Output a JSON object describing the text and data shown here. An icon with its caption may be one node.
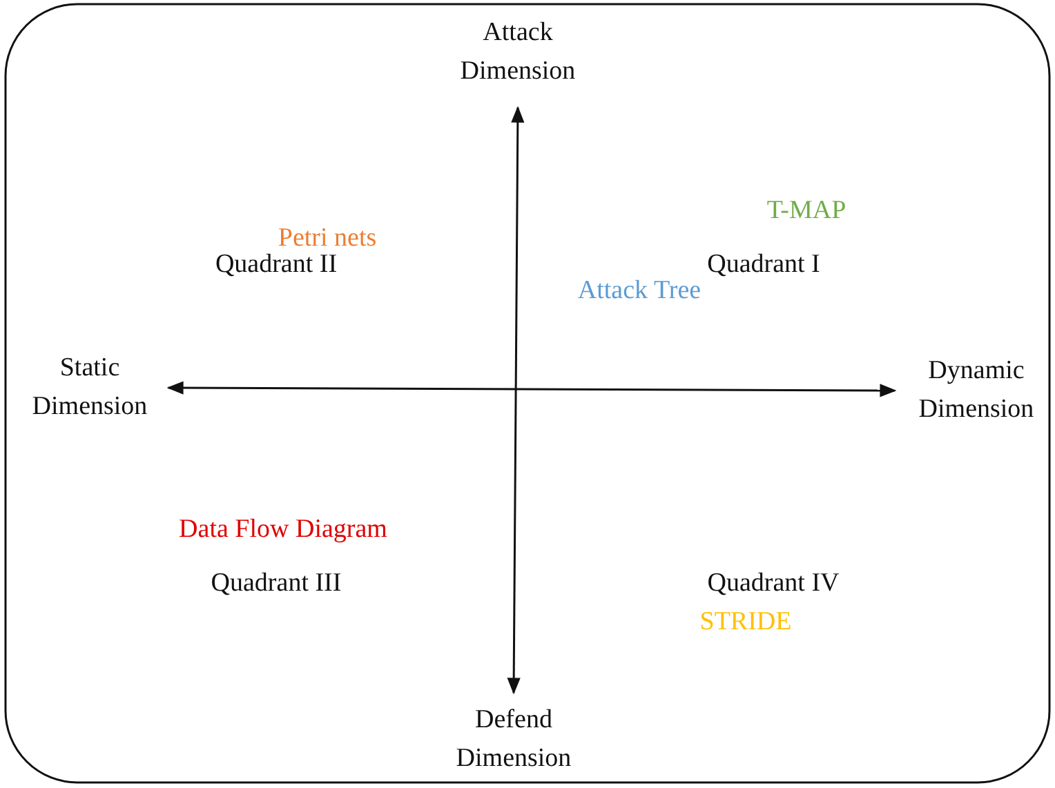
{
  "diagram": {
    "labels": [
      "Attack Dimension",
      "T-MAP",
      "Petri nets",
      "Quadrant II",
      "Quadrant I",
      "Attack Tree",
      "Static Dimension",
      "Dynamic Dimension",
      "Data Flow Diagram",
      "Quadrant III",
      "Quadrant IV",
      "STRIDE",
      "Defend Dimension"
    ]
  }
}
